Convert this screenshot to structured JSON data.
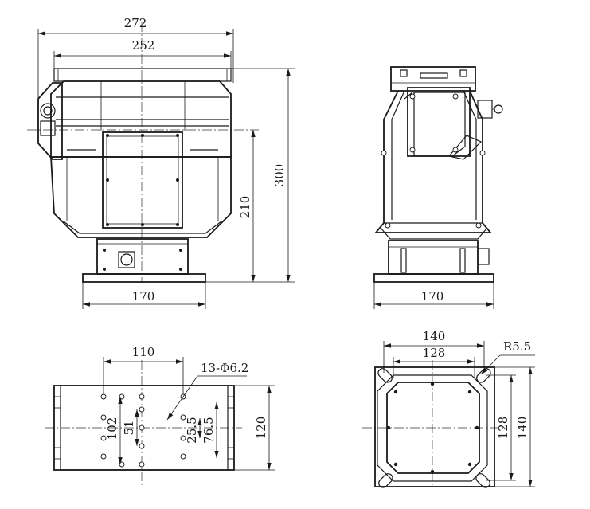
{
  "front_view": {
    "dim_overall_width": "272",
    "dim_top_width": "252",
    "dim_total_height": "300",
    "dim_base_to_axis": "210",
    "dim_base_width": "170"
  },
  "side_view": {
    "dim_base_width": "170"
  },
  "base_top_view": {
    "dim_hole_span": "110",
    "dim_hole_note": "13-Φ6.2",
    "dim_depth": "120",
    "dim_inner_a": "102",
    "dim_inner_b": "51",
    "dim_inner_c": "25.5",
    "dim_inner_d": "76.5"
  },
  "flange_view": {
    "dim_outer": "140",
    "dim_inner": "128",
    "dim_radius": "R5.5",
    "dim_height_inner": "128",
    "dim_height_outer": "140"
  }
}
